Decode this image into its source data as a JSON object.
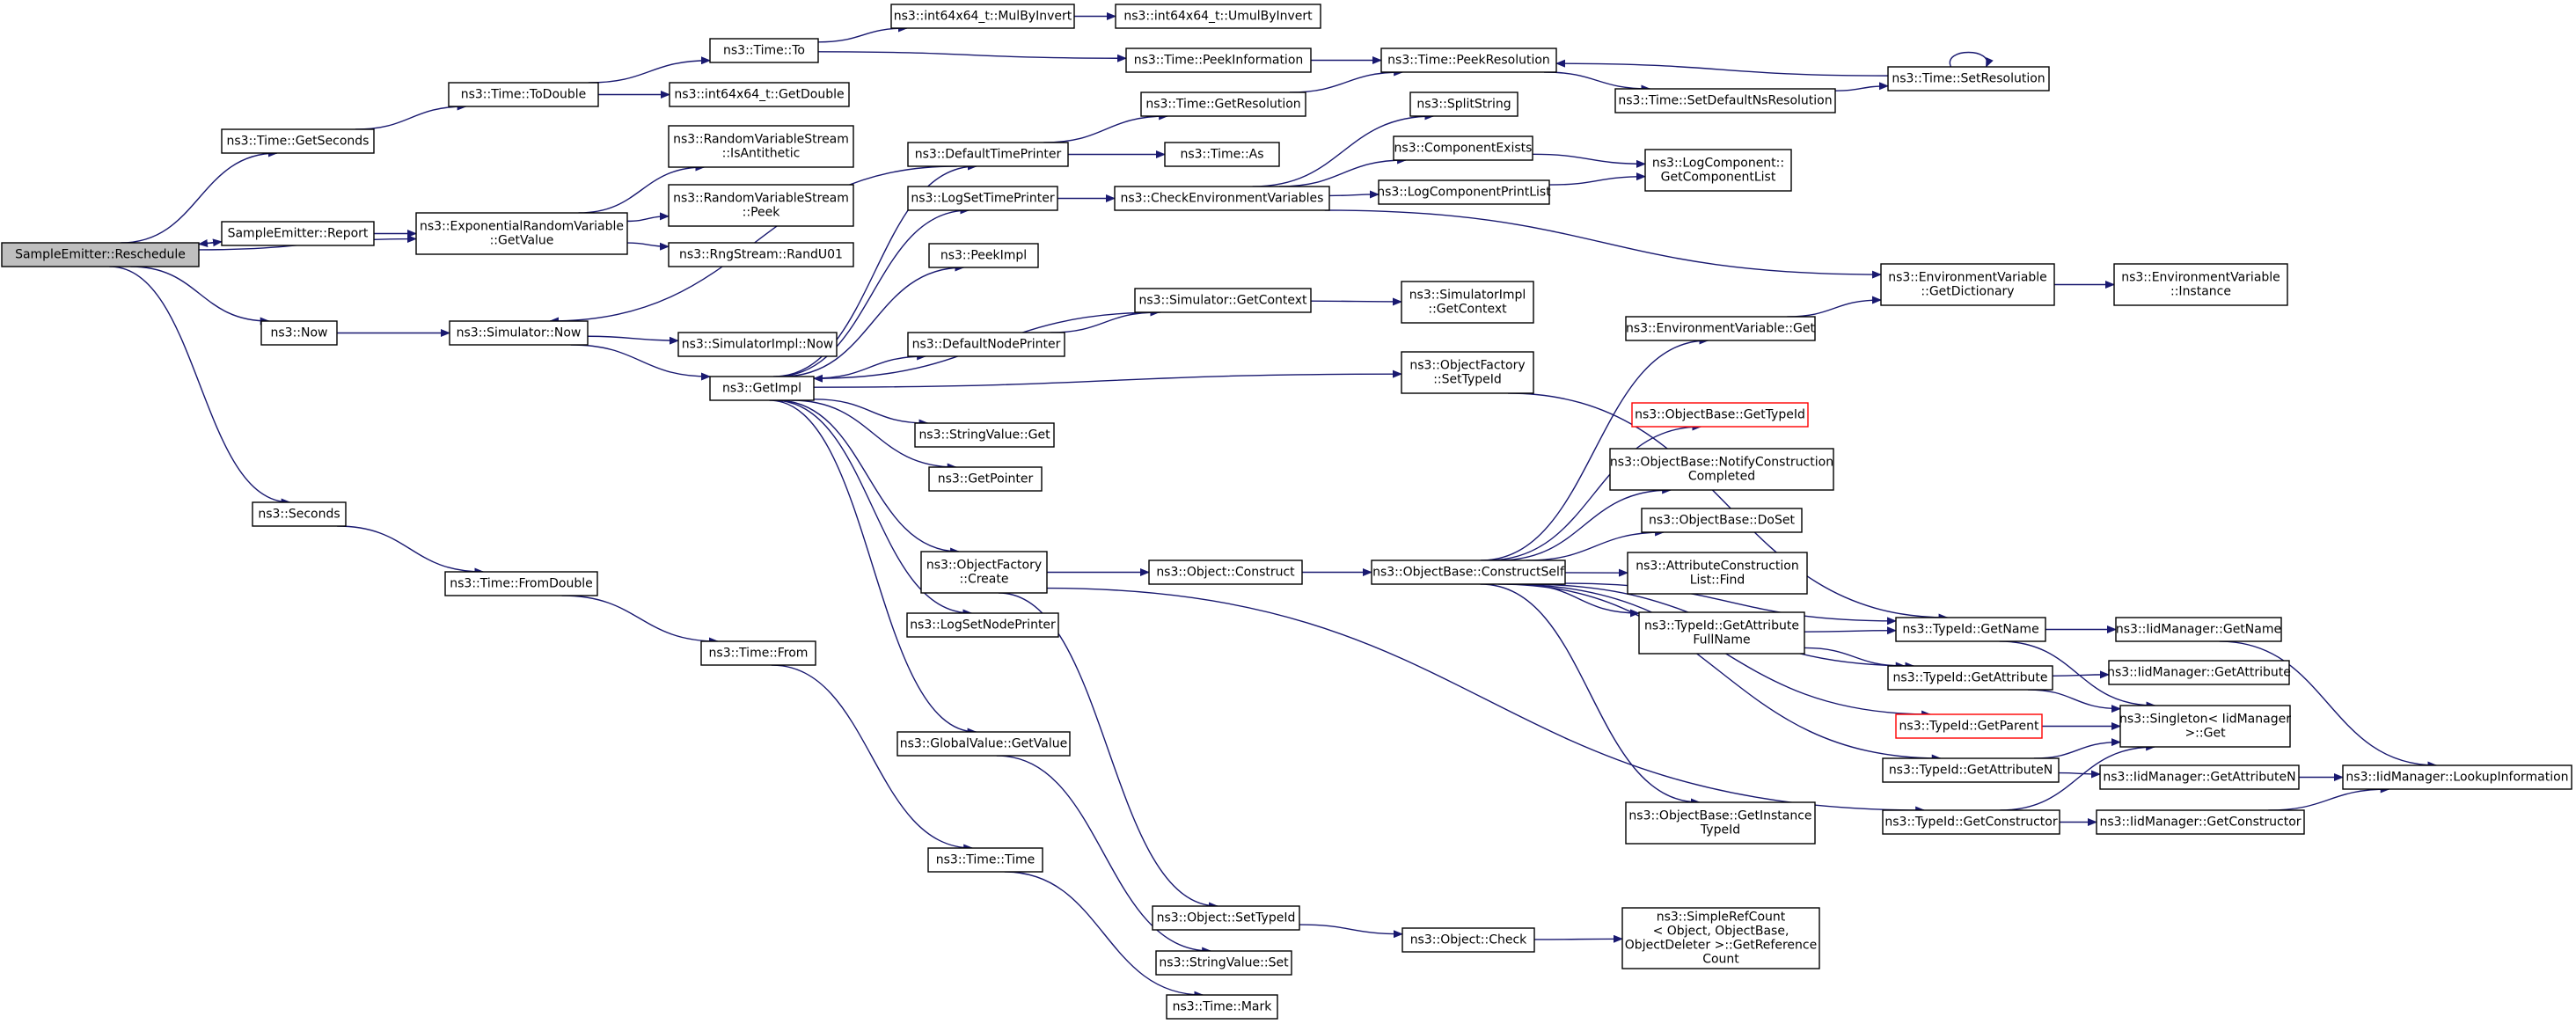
{
  "graph": {
    "colors": {
      "edge": "#191970",
      "root_fill": "#bfbfbf",
      "node_border": "#000000",
      "highlight_border": "#ff0000"
    },
    "nodes": [
      {
        "id": "reschedule",
        "lines": [
          "SampleEmitter::Reschedule"
        ],
        "root": true
      },
      {
        "id": "getseconds",
        "lines": [
          "ns3::Time::GetSeconds"
        ]
      },
      {
        "id": "report",
        "lines": [
          "SampleEmitter::Report"
        ]
      },
      {
        "id": "expgetvalue",
        "lines": [
          "ns3::ExponentialRandomVariable",
          "::GetValue"
        ]
      },
      {
        "id": "now",
        "lines": [
          "ns3::Now"
        ]
      },
      {
        "id": "seconds",
        "lines": [
          "ns3::Seconds"
        ]
      },
      {
        "id": "todouble",
        "lines": [
          "ns3::Time::ToDouble"
        ]
      },
      {
        "id": "to",
        "lines": [
          "ns3::Time::To"
        ]
      },
      {
        "id": "getdouble",
        "lines": [
          "ns3::int64x64_t::GetDouble"
        ]
      },
      {
        "id": "mulbyinvert",
        "lines": [
          "ns3::int64x64_t::MulByInvert"
        ]
      },
      {
        "id": "umulbyinvert",
        "lines": [
          "ns3::int64x64_t::UmulByInvert"
        ]
      },
      {
        "id": "peekinfo",
        "lines": [
          "ns3::Time::PeekInformation"
        ]
      },
      {
        "id": "peekres",
        "lines": [
          "ns3::Time::PeekResolution"
        ]
      },
      {
        "id": "setdefaultns",
        "lines": [
          "ns3::Time::SetDefaultNsResolution"
        ]
      },
      {
        "id": "setres",
        "lines": [
          "ns3::Time::SetResolution"
        ]
      },
      {
        "id": "isantithetic",
        "lines": [
          "ns3::RandomVariableStream",
          "::IsAntithetic"
        ]
      },
      {
        "id": "rvspeek",
        "lines": [
          "ns3::RandomVariableStream",
          "::Peek"
        ]
      },
      {
        "id": "randu01",
        "lines": [
          "ns3::RngStream::RandU01"
        ]
      },
      {
        "id": "simnow",
        "lines": [
          "ns3::Simulator::Now"
        ]
      },
      {
        "id": "simimplnow",
        "lines": [
          "ns3::SimulatorImpl::Now"
        ]
      },
      {
        "id": "getimpl",
        "lines": [
          "ns3::GetImpl"
        ]
      },
      {
        "id": "defaulttimeprinter",
        "lines": [
          "ns3::DefaultTimePrinter"
        ]
      },
      {
        "id": "getresolution",
        "lines": [
          "ns3::Time::GetResolution"
        ]
      },
      {
        "id": "timeas",
        "lines": [
          "ns3::Time::As"
        ]
      },
      {
        "id": "logsettimeprinter",
        "lines": [
          "ns3::LogSetTimePrinter"
        ]
      },
      {
        "id": "checkenv",
        "lines": [
          "ns3::CheckEnvironmentVariables"
        ]
      },
      {
        "id": "splitstring",
        "lines": [
          "ns3::SplitString"
        ]
      },
      {
        "id": "componentexists",
        "lines": [
          "ns3::ComponentExists"
        ]
      },
      {
        "id": "logcompprintlist",
        "lines": [
          "ns3::LogComponentPrintList"
        ]
      },
      {
        "id": "logcompgetlist",
        "lines": [
          "ns3::LogComponent::",
          "GetComponentList"
        ]
      },
      {
        "id": "peekimpl",
        "lines": [
          "ns3::PeekImpl"
        ]
      },
      {
        "id": "simgetcontext",
        "lines": [
          "ns3::Simulator::GetContext"
        ]
      },
      {
        "id": "simimplgetcontext",
        "lines": [
          "ns3::SimulatorImpl",
          "::GetContext"
        ]
      },
      {
        "id": "defaultnodeprinter",
        "lines": [
          "ns3::DefaultNodePrinter"
        ]
      },
      {
        "id": "ofsettypeid",
        "lines": [
          "ns3::ObjectFactory",
          "::SetTypeId"
        ]
      },
      {
        "id": "envgetdict",
        "lines": [
          "ns3::EnvironmentVariable",
          "::GetDictionary"
        ]
      },
      {
        "id": "envinstance",
        "lines": [
          "ns3::EnvironmentVariable",
          "::Instance"
        ]
      },
      {
        "id": "envget",
        "lines": [
          "ns3::EnvironmentVariable::Get"
        ]
      },
      {
        "id": "stringvalueget",
        "lines": [
          "ns3::StringValue::Get"
        ]
      },
      {
        "id": "getpointer",
        "lines": [
          "ns3::GetPointer"
        ]
      },
      {
        "id": "objgettypeid",
        "lines": [
          "ns3::ObjectBase::GetTypeId"
        ],
        "red": true
      },
      {
        "id": "notifyconstruction",
        "lines": [
          "ns3::ObjectBase::NotifyConstruction",
          "Completed"
        ]
      },
      {
        "id": "doset",
        "lines": [
          "ns3::ObjectBase::DoSet"
        ]
      },
      {
        "id": "ofcreate",
        "lines": [
          "ns3::ObjectFactory",
          "::Create"
        ]
      },
      {
        "id": "objconstruct",
        "lines": [
          "ns3::Object::Construct"
        ]
      },
      {
        "id": "constructself",
        "lines": [
          "ns3::ObjectBase::ConstructSelf"
        ]
      },
      {
        "id": "attrconstfind",
        "lines": [
          "ns3::AttributeConstruction",
          "List::Find"
        ]
      },
      {
        "id": "lognodeprinter",
        "lines": [
          "ns3::LogSetNodePrinter"
        ]
      },
      {
        "id": "getattrfullname",
        "lines": [
          "ns3::TypeId::GetAttribute",
          "FullName"
        ]
      },
      {
        "id": "typeidgetname",
        "lines": [
          "ns3::TypeId::GetName"
        ]
      },
      {
        "id": "iidgetname",
        "lines": [
          "ns3::IidManager::GetName"
        ]
      },
      {
        "id": "typeidgetattr",
        "lines": [
          "ns3::TypeId::GetAttribute"
        ]
      },
      {
        "id": "iidgetattr",
        "lines": [
          "ns3::IidManager::GetAttribute"
        ]
      },
      {
        "id": "typeidgetparent",
        "lines": [
          "ns3::TypeId::GetParent"
        ],
        "red": true
      },
      {
        "id": "singletonget",
        "lines": [
          "ns3::Singleton< IidManager",
          " >::Get"
        ]
      },
      {
        "id": "typeidgetattrn",
        "lines": [
          "ns3::TypeId::GetAttributeN"
        ]
      },
      {
        "id": "iidgetattrn",
        "lines": [
          "ns3::IidManager::GetAttributeN"
        ]
      },
      {
        "id": "lookupinfo",
        "lines": [
          "ns3::IidManager::LookupInformation"
        ]
      },
      {
        "id": "globalgetvalue",
        "lines": [
          "ns3::GlobalValue::GetValue"
        ]
      },
      {
        "id": "getinstancetypeid",
        "lines": [
          "ns3::ObjectBase::GetInstance",
          "TypeId"
        ]
      },
      {
        "id": "typeidgetconstructor",
        "lines": [
          "ns3::TypeId::GetConstructor"
        ]
      },
      {
        "id": "iidgetconstructor",
        "lines": [
          "ns3::IidManager::GetConstructor"
        ]
      },
      {
        "id": "timefromdouble",
        "lines": [
          "ns3::Time::FromDouble"
        ]
      },
      {
        "id": "timefrom",
        "lines": [
          "ns3::Time::From"
        ]
      },
      {
        "id": "timetime",
        "lines": [
          "ns3::Time::Time"
        ]
      },
      {
        "id": "objsettypeid",
        "lines": [
          "ns3::Object::SetTypeId"
        ]
      },
      {
        "id": "objcheck",
        "lines": [
          "ns3::Object::Check"
        ]
      },
      {
        "id": "simplerefcount",
        "lines": [
          "ns3::SimpleRefCount",
          "< Object, ObjectBase,",
          "ObjectDeleter >::GetReference",
          "Count"
        ]
      },
      {
        "id": "stringvalueset",
        "lines": [
          "ns3::StringValue::Set"
        ]
      },
      {
        "id": "timemark",
        "lines": [
          "ns3::Time::Mark"
        ]
      }
    ],
    "edges": [
      [
        "reschedule",
        "getseconds"
      ],
      [
        "reschedule",
        "report"
      ],
      [
        "reschedule",
        "expgetvalue"
      ],
      [
        "reschedule",
        "now"
      ],
      [
        "reschedule",
        "seconds"
      ],
      [
        "report",
        "reschedule"
      ],
      [
        "report",
        "expgetvalue"
      ],
      [
        "getseconds",
        "todouble"
      ],
      [
        "todouble",
        "to"
      ],
      [
        "todouble",
        "getdouble"
      ],
      [
        "to",
        "mulbyinvert"
      ],
      [
        "to",
        "peekinfo"
      ],
      [
        "mulbyinvert",
        "umulbyinvert"
      ],
      [
        "peekinfo",
        "peekres"
      ],
      [
        "setres",
        "peekres"
      ],
      [
        "setdefaultns",
        "setres"
      ],
      [
        "peekres",
        "setdefaultns"
      ],
      [
        "setres",
        "setres"
      ],
      [
        "expgetvalue",
        "isantithetic"
      ],
      [
        "expgetvalue",
        "rvspeek"
      ],
      [
        "expgetvalue",
        "randu01"
      ],
      [
        "now",
        "simnow"
      ],
      [
        "simnow",
        "simimplnow"
      ],
      [
        "simnow",
        "getimpl"
      ],
      [
        "defaulttimeprinter",
        "simnow"
      ],
      [
        "defaulttimeprinter",
        "getresolution"
      ],
      [
        "defaulttimeprinter",
        "timeas"
      ],
      [
        "getresolution",
        "peekres"
      ],
      [
        "getimpl",
        "defaulttimeprinter"
      ],
      [
        "getimpl",
        "logsettimeprinter"
      ],
      [
        "getimpl",
        "peekimpl"
      ],
      [
        "getimpl",
        "defaultnodeprinter"
      ],
      [
        "getimpl",
        "ofsettypeid"
      ],
      [
        "getimpl",
        "stringvalueget"
      ],
      [
        "getimpl",
        "getpointer"
      ],
      [
        "getimpl",
        "ofcreate"
      ],
      [
        "getimpl",
        "lognodeprinter"
      ],
      [
        "getimpl",
        "globalgetvalue"
      ],
      [
        "logsettimeprinter",
        "checkenv"
      ],
      [
        "checkenv",
        "splitstring"
      ],
      [
        "checkenv",
        "componentexists"
      ],
      [
        "checkenv",
        "logcompprintlist"
      ],
      [
        "checkenv",
        "envgetdict"
      ],
      [
        "componentexists",
        "logcompgetlist"
      ],
      [
        "logcompprintlist",
        "logcompgetlist"
      ],
      [
        "simgetcontext",
        "getimpl"
      ],
      [
        "simgetcontext",
        "simimplgetcontext"
      ],
      [
        "defaultnodeprinter",
        "simgetcontext"
      ],
      [
        "ofsettypeid",
        "typeidgetname"
      ],
      [
        "envgetdict",
        "envinstance"
      ],
      [
        "envget",
        "envgetdict"
      ],
      [
        "ofcreate",
        "objconstruct"
      ],
      [
        "ofcreate",
        "objsettypeid"
      ],
      [
        "ofcreate",
        "typeidgetconstructor"
      ],
      [
        "objconstruct",
        "constructself"
      ],
      [
        "constructself",
        "envget"
      ],
      [
        "constructself",
        "typeidgetname"
      ],
      [
        "constructself",
        "objgettypeid"
      ],
      [
        "constructself",
        "notifyconstruction"
      ],
      [
        "constructself",
        "doset"
      ],
      [
        "constructself",
        "attrconstfind"
      ],
      [
        "constructself",
        "getattrfullname"
      ],
      [
        "constructself",
        "typeidgetattr"
      ],
      [
        "constructself",
        "typeidgetparent"
      ],
      [
        "constructself",
        "typeidgetattrn"
      ],
      [
        "constructself",
        "getinstancetypeid"
      ],
      [
        "getattrfullname",
        "typeidgetname"
      ],
      [
        "getattrfullname",
        "typeidgetattr"
      ],
      [
        "typeidgetname",
        "iidgetname"
      ],
      [
        "typeidgetname",
        "singletonget"
      ],
      [
        "iidgetname",
        "lookupinfo"
      ],
      [
        "typeidgetattr",
        "iidgetattr"
      ],
      [
        "typeidgetattr",
        "singletonget"
      ],
      [
        "typeidgetparent",
        "singletonget"
      ],
      [
        "typeidgetattrn",
        "iidgetattrn"
      ],
      [
        "typeidgetattrn",
        "singletonget"
      ],
      [
        "iidgetattrn",
        "lookupinfo"
      ],
      [
        "typeidgetconstructor",
        "iidgetconstructor"
      ],
      [
        "typeidgetconstructor",
        "singletonget"
      ],
      [
        "iidgetconstructor",
        "lookupinfo"
      ],
      [
        "globalgetvalue",
        "stringvalueset"
      ],
      [
        "seconds",
        "timefromdouble"
      ],
      [
        "timefromdouble",
        "timefrom"
      ],
      [
        "timefrom",
        "timetime"
      ],
      [
        "timetime",
        "timemark"
      ],
      [
        "objsettypeid",
        "objcheck"
      ],
      [
        "objcheck",
        "simplerefcount"
      ]
    ]
  }
}
